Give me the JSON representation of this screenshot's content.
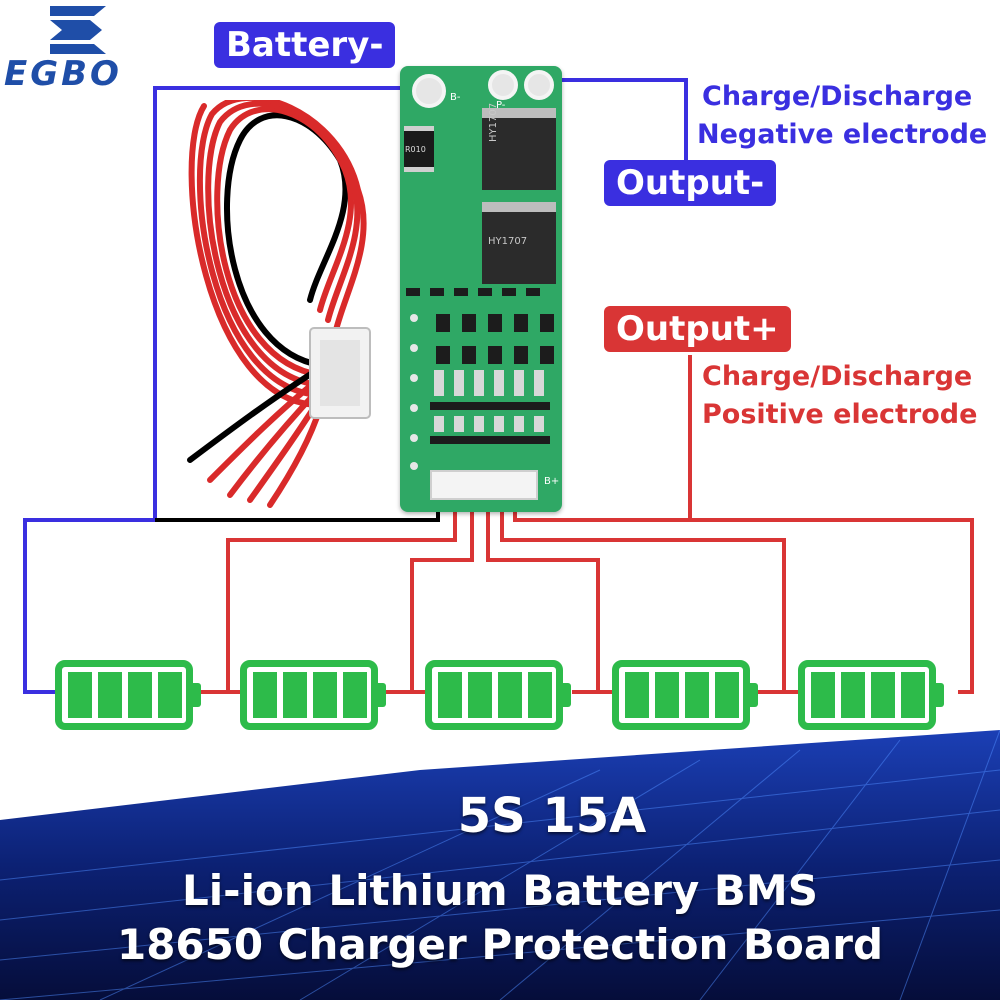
{
  "logo": {
    "text": "EGBO"
  },
  "labels": {
    "battery_neg": "Battery-",
    "output_neg": "Output-",
    "output_pos": "Output+",
    "neg_note_1": "Charge/Discharge",
    "neg_note_2": "Negative electrode",
    "pos_note_1": "Charge/Discharge",
    "pos_note_2": "Positive electrode"
  },
  "board": {
    "resistor_label": "R010",
    "mosfet_1": "HY1707",
    "mosfet_2": "HY1707",
    "pad_b_neg": "B-",
    "pad_p_neg": "P-",
    "pad_b_pos": "B+"
  },
  "title": {
    "line1": "5S 15A",
    "line2": "Li-ion Lithium Battery BMS",
    "line3": "18650 Charger Protection Board"
  },
  "batteries": {
    "count": 5,
    "charge_bars": 4
  },
  "colors": {
    "negative": "#3a2fe0",
    "positive": "#d93535",
    "battery": "#2dbb4a",
    "board": "#2fa865",
    "banner": "#0a1c6e"
  }
}
